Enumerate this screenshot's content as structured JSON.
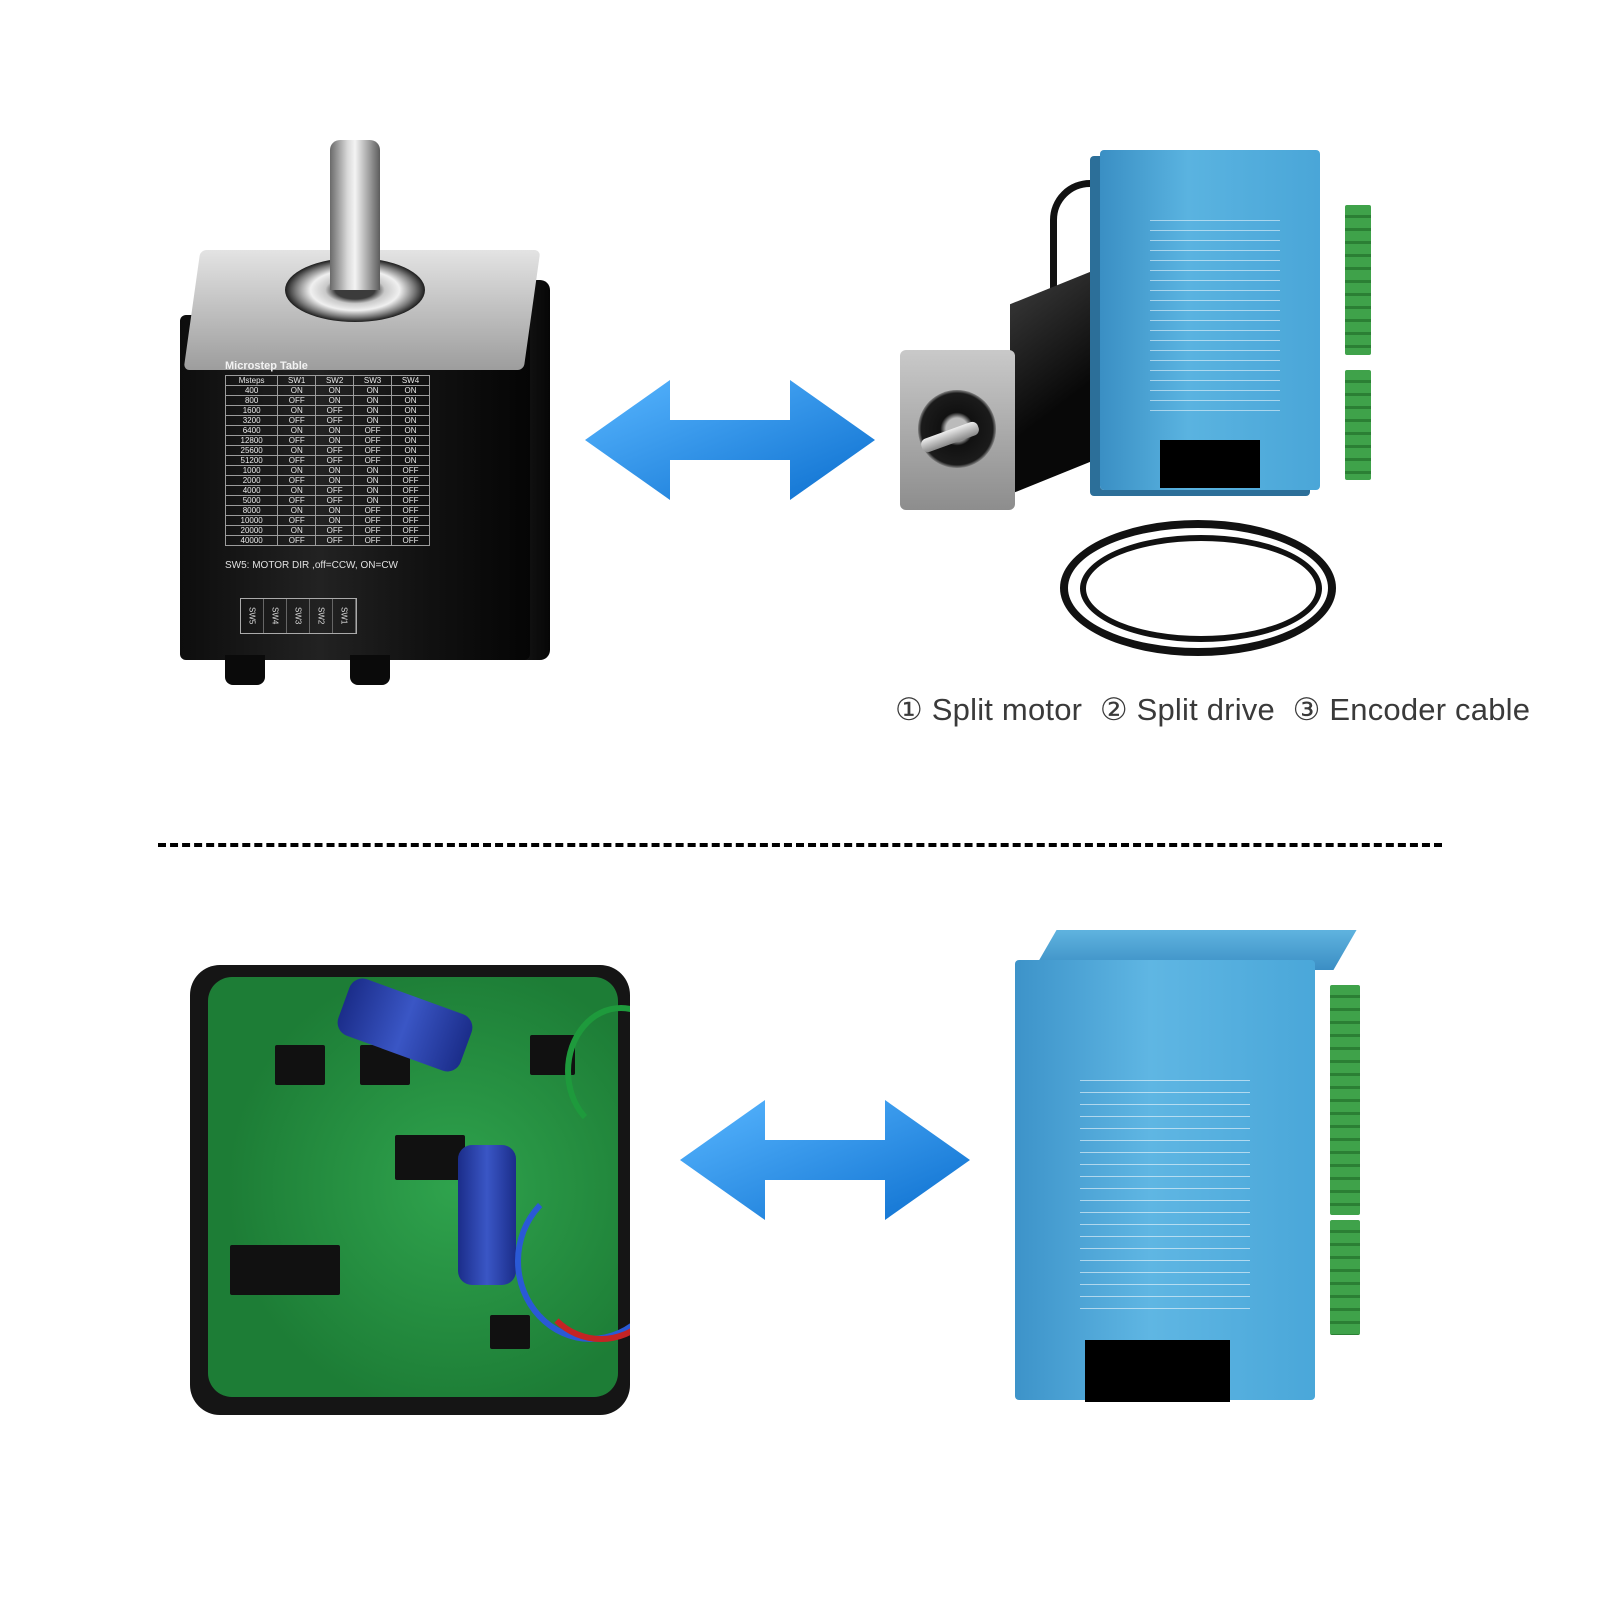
{
  "caption": {
    "items": [
      "① Split motor",
      "② Split drive",
      "③ Encoder cable"
    ]
  },
  "microstep_table": {
    "title": "Microstep Table",
    "headers": [
      "Msteps",
      "SW1",
      "SW2",
      "SW3",
      "SW4"
    ],
    "rows": [
      [
        "400",
        "ON",
        "ON",
        "ON",
        "ON"
      ],
      [
        "800",
        "OFF",
        "ON",
        "ON",
        "ON"
      ],
      [
        "1600",
        "ON",
        "OFF",
        "ON",
        "ON"
      ],
      [
        "3200",
        "OFF",
        "OFF",
        "ON",
        "ON"
      ],
      [
        "6400",
        "ON",
        "ON",
        "OFF",
        "ON"
      ],
      [
        "12800",
        "OFF",
        "ON",
        "OFF",
        "ON"
      ],
      [
        "25600",
        "ON",
        "OFF",
        "OFF",
        "ON"
      ],
      [
        "51200",
        "OFF",
        "OFF",
        "OFF",
        "ON"
      ],
      [
        "1000",
        "ON",
        "ON",
        "ON",
        "OFF"
      ],
      [
        "2000",
        "OFF",
        "ON",
        "ON",
        "OFF"
      ],
      [
        "4000",
        "ON",
        "OFF",
        "ON",
        "OFF"
      ],
      [
        "5000",
        "OFF",
        "OFF",
        "ON",
        "OFF"
      ],
      [
        "8000",
        "ON",
        "ON",
        "OFF",
        "OFF"
      ],
      [
        "10000",
        "OFF",
        "ON",
        "OFF",
        "OFF"
      ],
      [
        "20000",
        "ON",
        "OFF",
        "OFF",
        "OFF"
      ],
      [
        "40000",
        "OFF",
        "OFF",
        "OFF",
        "OFF"
      ]
    ],
    "note": "SW5: MOTOR DIR ,off=CCW, ON=CW",
    "switches": [
      "SW5",
      "SW4",
      "SW3",
      "SW2",
      "SW1"
    ]
  },
  "colors": {
    "arrow": "#1f8ee6",
    "drive_blue": "#4aa7d9",
    "pcb_green": "#1d7d36",
    "terminal_green": "#3fa24a"
  }
}
